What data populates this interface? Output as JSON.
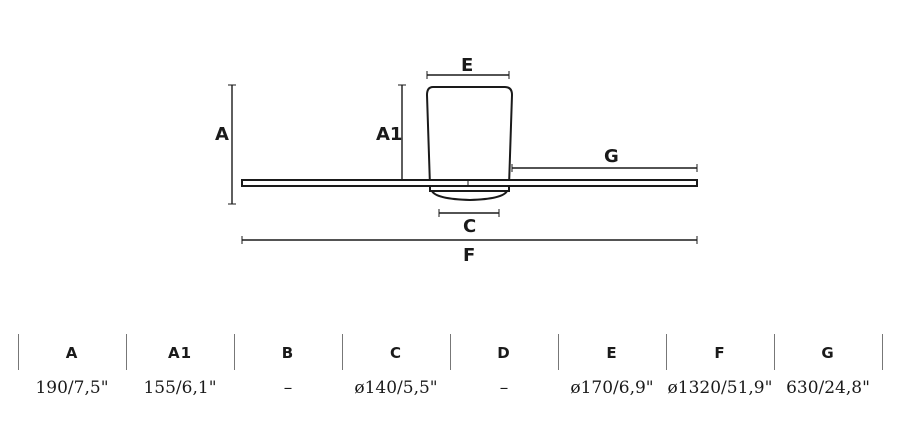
{
  "diagram": {
    "labels": {
      "A": "A",
      "A1": "A1",
      "C": "C",
      "E": "E",
      "F": "F",
      "G": "G"
    }
  },
  "spec_table": {
    "columns": [
      {
        "key": "A",
        "header": "A",
        "value": "190/7,5\""
      },
      {
        "key": "A1",
        "header": "A1",
        "value": "155/6,1\""
      },
      {
        "key": "B",
        "header": "B",
        "value": "–"
      },
      {
        "key": "C",
        "header": "C",
        "value": "ø140/5,5\""
      },
      {
        "key": "D",
        "header": "D",
        "value": "–"
      },
      {
        "key": "E",
        "header": "E",
        "value": "ø170/6,9\""
      },
      {
        "key": "F",
        "header": "F",
        "value": "ø1320/51,9\""
      },
      {
        "key": "G",
        "header": "G",
        "value": "630/24,8\""
      }
    ]
  }
}
